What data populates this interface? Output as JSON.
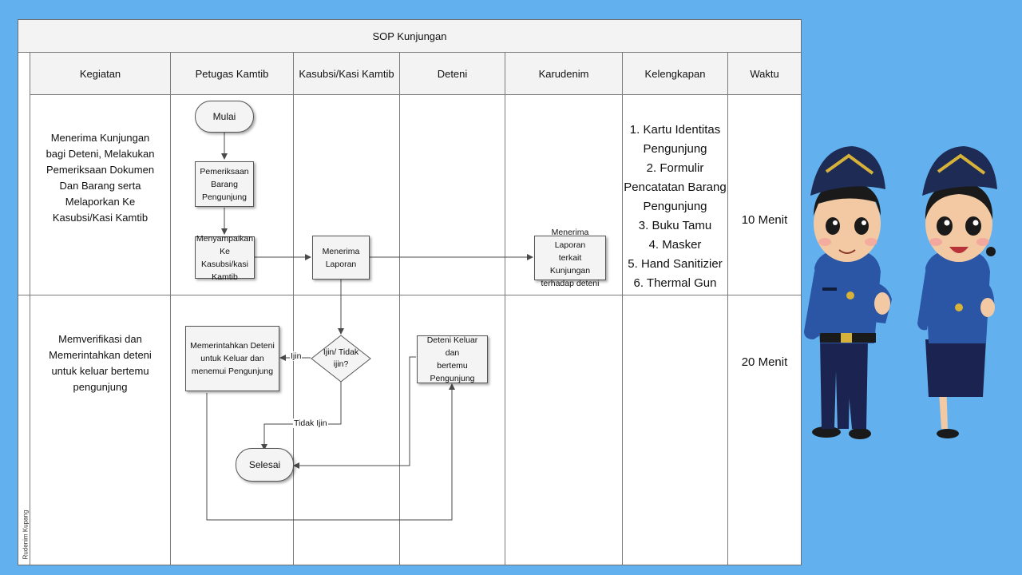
{
  "sheet": {
    "title": "SOP Kunjungan",
    "side_label": "Rudenim Kupang"
  },
  "columns": [
    "Kegiatan",
    "Petugas Kamtib",
    "Kasubsi/Kasi Kamtib",
    "Deteni",
    "Karudenim",
    "Kelengkapan",
    "Waktu"
  ],
  "rows": [
    {
      "kegiatan": [
        "Menerima Kunjungan",
        "bagi Deteni, Melakukan",
        "Pemeriksaan Dokumen",
        "Dan Barang serta",
        "Melaporkan Ke",
        "Kasubsi/Kasi Kamtib"
      ],
      "kelengkapan": [
        "1. Kartu Identitas",
        "Pengunjung",
        "2. Formulir",
        "Pencatatan Barang",
        "Pengunjung",
        "3. Buku Tamu",
        "4. Masker",
        "5. Hand Sanitizier",
        "6. Thermal Gun"
      ],
      "waktu": "10 Menit"
    },
    {
      "kegiatan": [
        "Memverifikasi dan",
        "Memerintahkan deteni",
        "untuk keluar bertemu",
        "pengunjung"
      ],
      "waktu": "20 Menit"
    }
  ],
  "flow": {
    "mulai": "Mulai",
    "pemeriksaan": [
      "Pemeriksaan",
      "Barang",
      "Pengunjung"
    ],
    "menyampaikan": [
      "Menyampaikan",
      "Ke Kasubsi/kasi",
      "Kamtib"
    ],
    "menerima_laporan": [
      "Menerima",
      "Laporan"
    ],
    "karudenim_terima": [
      "Menerima Laporan",
      "terkait Kunjungan",
      "terhadap deteni"
    ],
    "decision": [
      "Ijin/ Tidak",
      "ijin?"
    ],
    "ijin_label": "Ijin",
    "tidak_ijin_label": "Tidak Ijin",
    "perintah": [
      "Memerintahkan Deteni",
      "untuk Keluar dan",
      "menemui Pengunjung"
    ],
    "deteni_keluar": [
      "Deteni Keluar dan",
      "bertemu",
      "Pengunjung"
    ],
    "selesai": "Selesai"
  },
  "colors": {
    "background": "#62b1ee",
    "line": "#4a4a4a",
    "box_fill": "#f4f4f4",
    "uniform": "#2b56a6",
    "cap": "#1d2b55"
  },
  "icons": [
    "officer-male-illustration",
    "officer-female-illustration"
  ]
}
